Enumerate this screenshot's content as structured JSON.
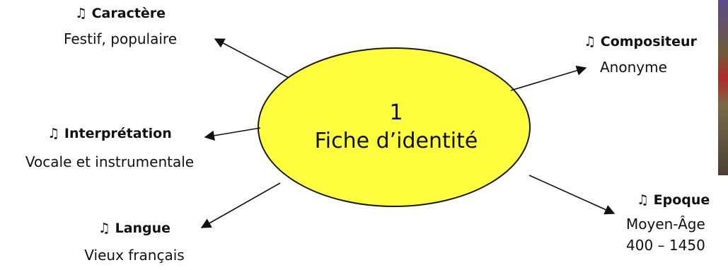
{
  "center": {
    "number": "1",
    "title": "Fiche d’identité",
    "fill": "#ffff3f"
  },
  "note_glyph": "♫",
  "nodes": {
    "caractere": {
      "heading": "Caractère",
      "lines": [
        "Festif, populaire"
      ]
    },
    "compositeur": {
      "heading": "Compositeur",
      "lines": [
        "Anonyme"
      ]
    },
    "interpretation": {
      "heading": "Interprétation",
      "lines": [
        "Vocale et instrumentale"
      ]
    },
    "langue": {
      "heading": "Langue",
      "lines": [
        "Vieux français"
      ]
    },
    "epoque": {
      "heading": "Epoque",
      "lines": [
        "Moyen-Âge",
        "400 – 1450"
      ]
    }
  }
}
